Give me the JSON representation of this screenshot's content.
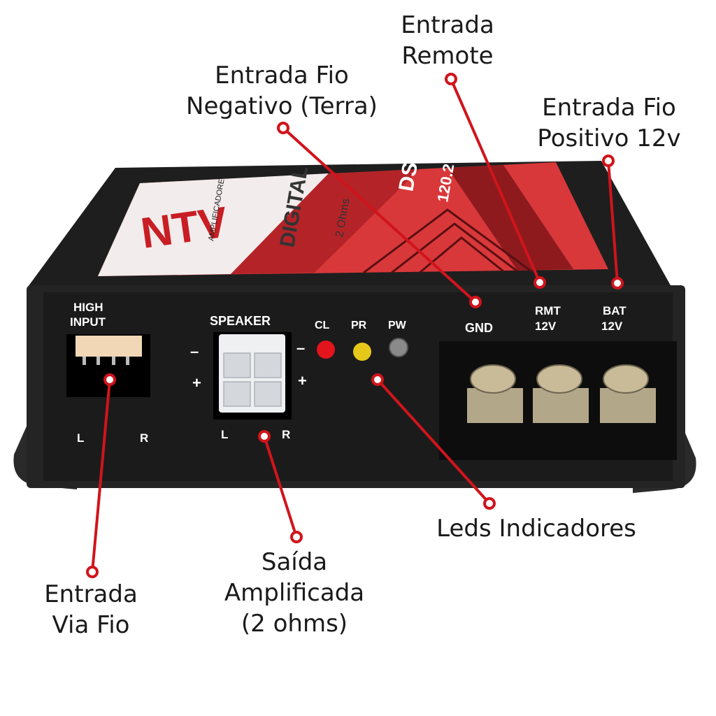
{
  "callouts": {
    "negativo": [
      "Entrada Fio",
      "Negativo (Terra)"
    ],
    "remote": [
      "Entrada",
      "Remote"
    ],
    "positivo": [
      "Entrada Fio",
      "Positivo 12v"
    ],
    "leds": [
      "Leds Indicadores"
    ],
    "saida": [
      "Saída",
      "Amplificada",
      "(2 ohms)"
    ],
    "via_fio": [
      "Entrada",
      "Via Fio"
    ]
  },
  "panel": {
    "high_input": [
      "HIGH",
      "INPUT"
    ],
    "speaker": "SPEAKER",
    "cl": "CL",
    "pr": "PR",
    "pw": "PW",
    "gnd": "GND",
    "rmt": [
      "RMT",
      "12V"
    ],
    "bat": [
      "BAT",
      "12V"
    ],
    "left": "L",
    "right": "R",
    "minus": "–",
    "plus": "+"
  },
  "label": {
    "brand": "NTV",
    "sub": "AMPLIFICADORES",
    "digital": "DIGITAL",
    "ohms": "2 Ohms",
    "model_a": "DS",
    "model_b": "120.2"
  },
  "colors": {
    "leader": "#d0141c",
    "body": "#222222",
    "label_red": "#d9383a"
  }
}
